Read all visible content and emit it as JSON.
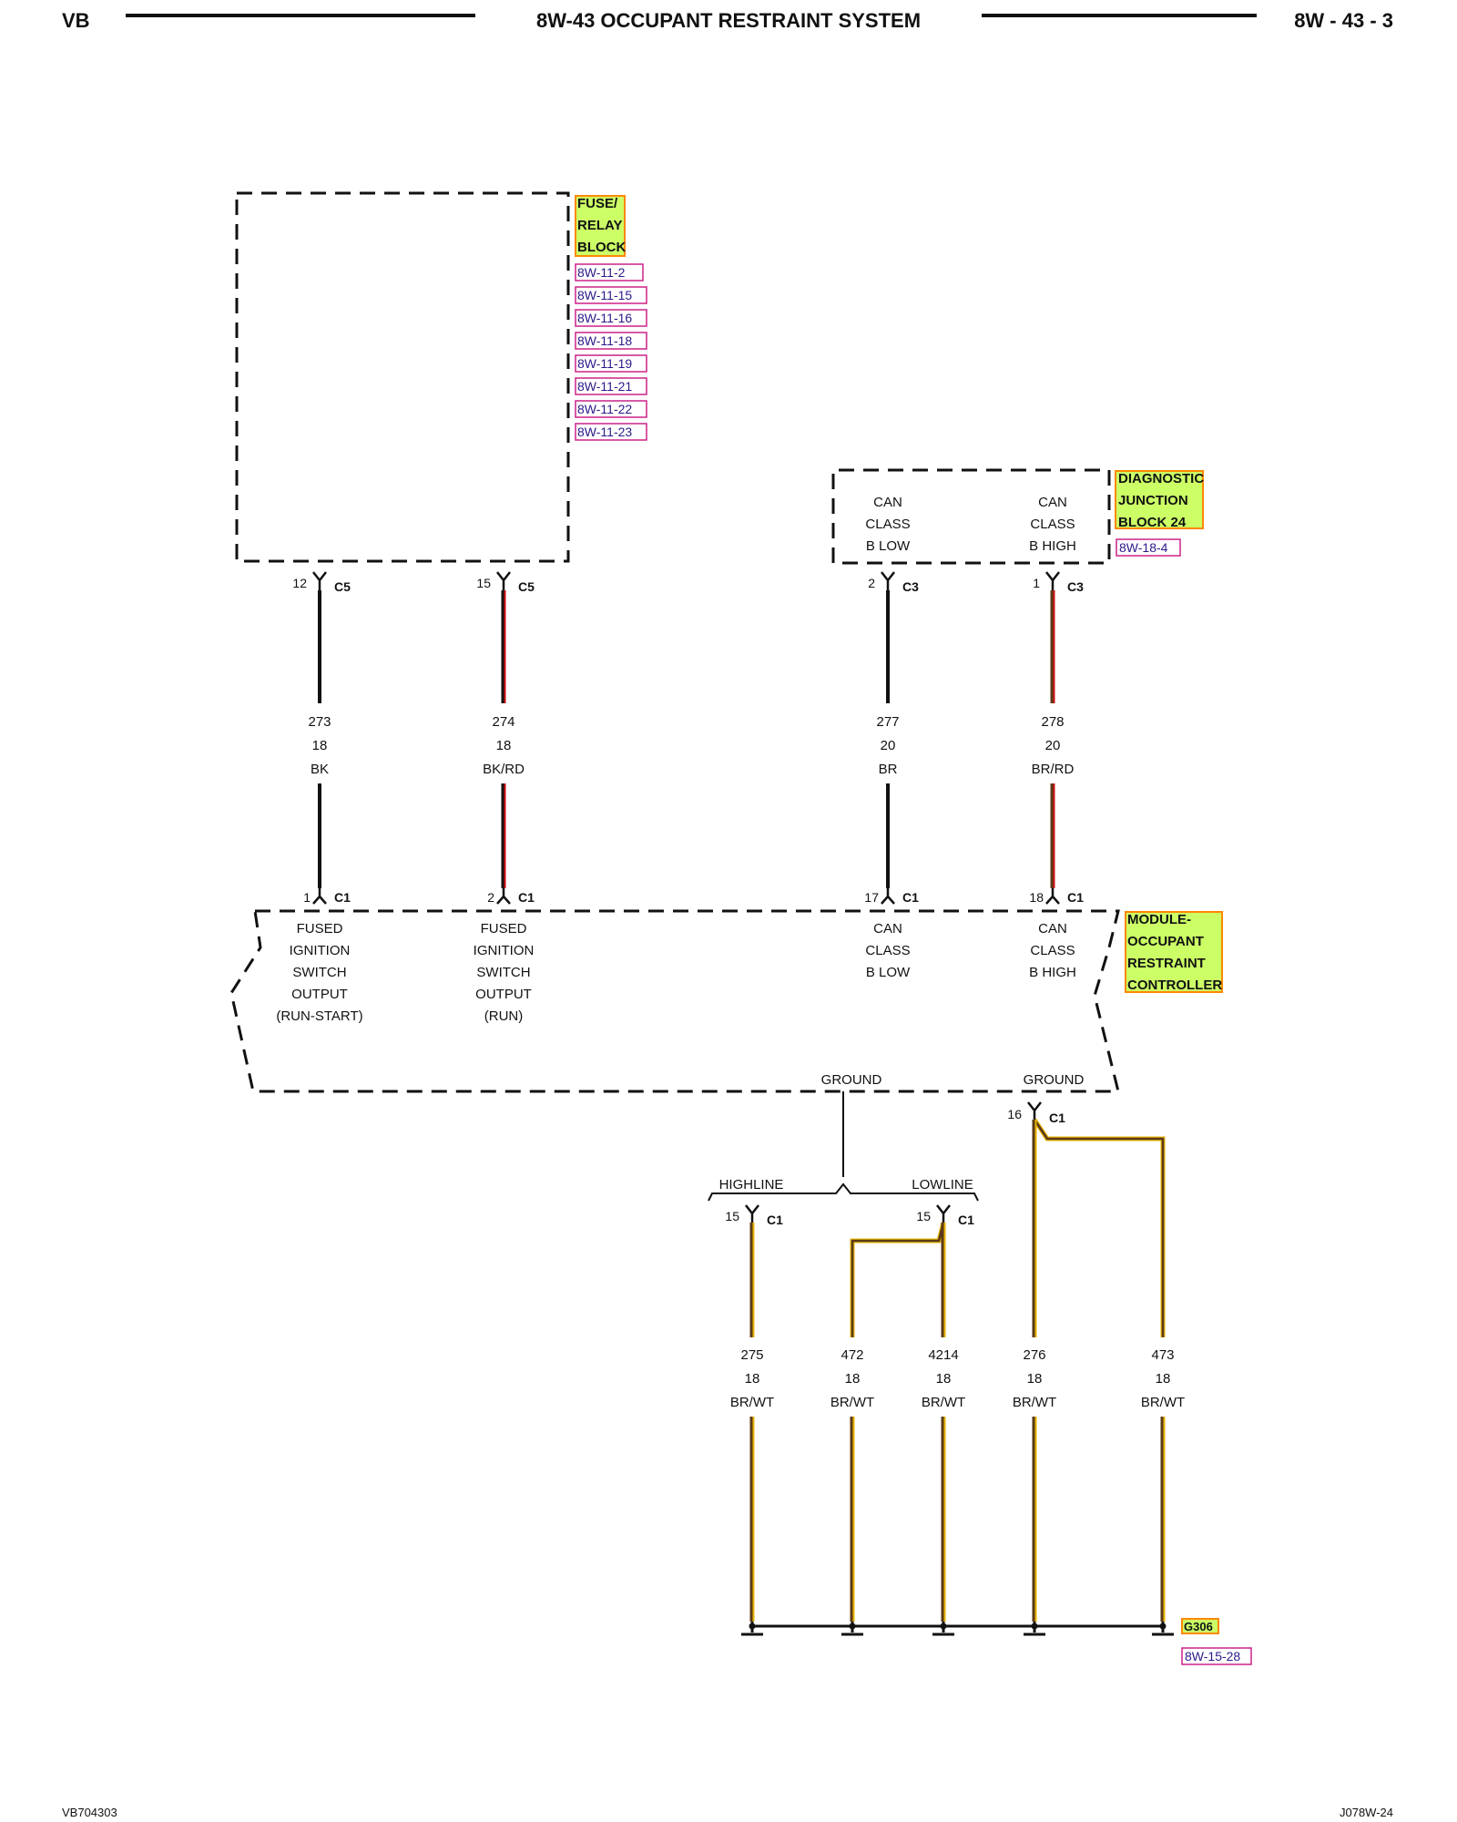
{
  "header": {
    "left": "VB",
    "title": "8W-43 OCCUPANT RESTRAINT SYSTEM",
    "page": "8W - 43 - 3"
  },
  "footer": {
    "left": "VB704303",
    "right": "J078W-24"
  },
  "colors": {
    "highlight_fill": "#ccff66",
    "highlight_border": "#ff8800",
    "ref_border": "#cc2288",
    "ref_text": "#2a1a8a",
    "wire_black": "#111111",
    "wire_red": "#cc1111",
    "wire_brown": "#5a3a1a",
    "wire_tracer": "#e8b400"
  },
  "fuse_block": {
    "name_lines": [
      "FUSE/",
      "RELAY",
      "BLOCK"
    ],
    "refs": [
      "8W-11-2",
      "8W-11-15",
      "8W-11-16",
      "8W-11-18",
      "8W-11-19",
      "8W-11-21",
      "8W-11-22",
      "8W-11-23"
    ]
  },
  "djb": {
    "name_lines": [
      "DIAGNOSTIC",
      "JUNCTION",
      "BLOCK 24"
    ],
    "ref": "8W-18-4",
    "pins": [
      {
        "lines": [
          "CAN",
          "CLASS",
          "B LOW"
        ]
      },
      {
        "lines": [
          "CAN",
          "CLASS",
          "B HIGH"
        ]
      }
    ]
  },
  "orc": {
    "name_lines": [
      "MODULE-",
      "OCCUPANT",
      "RESTRAINT",
      "CONTROLLER"
    ],
    "pins": [
      {
        "lines": [
          "FUSED",
          "IGNITION",
          "SWITCH",
          "OUTPUT",
          "(RUN-START)"
        ]
      },
      {
        "lines": [
          "FUSED",
          "IGNITION",
          "SWITCH",
          "OUTPUT",
          "(RUN)"
        ]
      },
      {
        "lines": [
          "CAN",
          "CLASS",
          "B LOW"
        ]
      },
      {
        "lines": [
          "CAN",
          "CLASS",
          "B HIGH"
        ]
      }
    ],
    "ground_labels": [
      "GROUND",
      "GROUND"
    ]
  },
  "upper_wires": [
    {
      "top_pin": "12",
      "top_conn": "C5",
      "circuit": "273",
      "gauge": "18",
      "color": "BK",
      "bottom_pin": "1",
      "bottom_conn": "C1"
    },
    {
      "top_pin": "15",
      "top_conn": "C5",
      "circuit": "274",
      "gauge": "18",
      "color": "BK/RD",
      "bottom_pin": "2",
      "bottom_conn": "C1"
    },
    {
      "top_pin": "2",
      "top_conn": "C3",
      "circuit": "277",
      "gauge": "20",
      "color": "BR",
      "bottom_pin": "17",
      "bottom_conn": "C1"
    },
    {
      "top_pin": "1",
      "top_conn": "C3",
      "circuit": "278",
      "gauge": "20",
      "color": "BR/RD",
      "bottom_pin": "18",
      "bottom_conn": "C1"
    }
  ],
  "variants": {
    "left": "HIGHLINE",
    "right": "LOWLINE"
  },
  "ground_connectors": [
    {
      "pin": "15",
      "conn": "C1"
    },
    {
      "pin": "15",
      "conn": "C1"
    },
    {
      "pin": "16",
      "conn": "C1"
    }
  ],
  "ground_wires": [
    {
      "circuit": "275",
      "gauge": "18",
      "color": "BR/WT"
    },
    {
      "circuit": "472",
      "gauge": "18",
      "color": "BR/WT"
    },
    {
      "circuit": "4214",
      "gauge": "18",
      "color": "BR/WT"
    },
    {
      "circuit": "276",
      "gauge": "18",
      "color": "BR/WT"
    },
    {
      "circuit": "473",
      "gauge": "18",
      "color": "BR/WT"
    }
  ],
  "ground_point": {
    "name": "G306",
    "ref": "8W-15-28"
  }
}
